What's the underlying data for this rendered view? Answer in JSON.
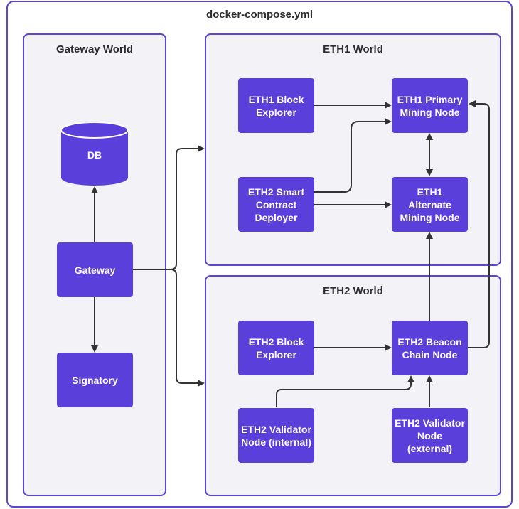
{
  "diagram": {
    "title": "docker-compose.yml",
    "worlds": {
      "gateway": {
        "title": "Gateway World"
      },
      "eth1": {
        "title": "ETH1 World"
      },
      "eth2": {
        "title": "ETH2 World"
      }
    },
    "nodes": {
      "db": "DB",
      "gateway": "Gateway",
      "signatory": "Signatory",
      "eth1_block_explorer": "ETH1 Block Explorer",
      "eth1_primary": "ETH1 Primary Mining Node",
      "eth2_smart_contract_deployer": "ETH2 Smart Contract Deployer",
      "eth1_alternate": "ETH1 Alternate Mining Node",
      "eth2_block_explorer": "ETH2 Block Explorer",
      "eth2_beacon": "ETH2 Beacon Chain Node",
      "eth2_validator_internal": "ETH2 Validator Node (internal)",
      "eth2_validator_external": "ETH2 Validator Node (external)"
    },
    "colors": {
      "node_fill": "#5b3fdb",
      "frame_stroke": "#5b45d6",
      "world_fill": "#f3f2f7",
      "arrow": "#333333"
    }
  }
}
